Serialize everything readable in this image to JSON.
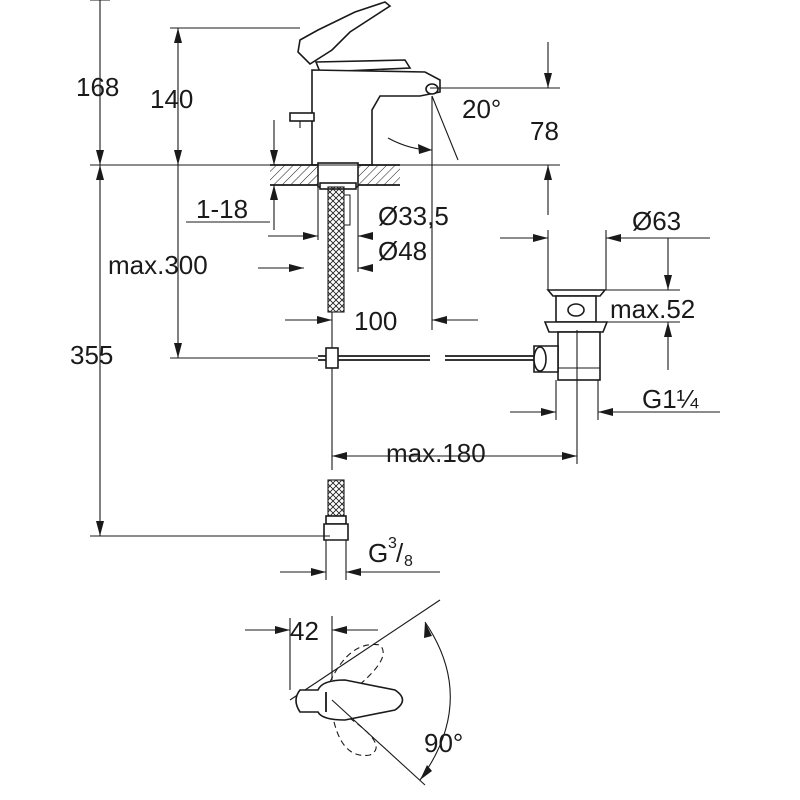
{
  "dimensions": {
    "total_height": "168",
    "spout_height": "140",
    "spout_angle": "20°",
    "spout_projection": "78",
    "deck_thickness": "1-18",
    "shank_diameter": "Ø33,5",
    "hole_diameter": "Ø48",
    "hose_length": "max.300",
    "spout_reach": "100",
    "below_deck": "355",
    "waste_diameter": "Ø63",
    "waste_depth": "max.52",
    "waste_thread": "G1¼",
    "rod_length": "max.180",
    "supply_thread_base": "G",
    "supply_thread_num": "3",
    "supply_thread_den": "8",
    "lever_offset": "42",
    "lever_rotation": "90°"
  },
  "colors": {
    "line": "#1a1a1a",
    "background": "#ffffff"
  }
}
